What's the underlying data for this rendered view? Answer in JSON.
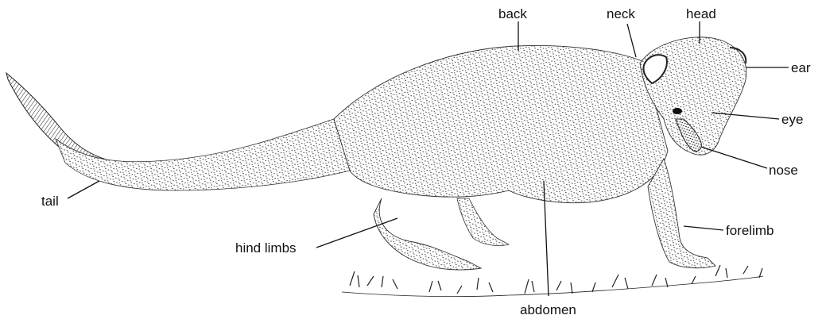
{
  "labels": {
    "back": "back",
    "neck": "neck",
    "head": "head",
    "ear": "ear",
    "eye": "eye",
    "nose": "nose",
    "forelimb": "forelimb",
    "abdomen": "abdomen",
    "hind_limbs": "hind limbs",
    "tail": "tail"
  },
  "colors": {
    "ink": "#111111",
    "background": "#ffffff"
  }
}
